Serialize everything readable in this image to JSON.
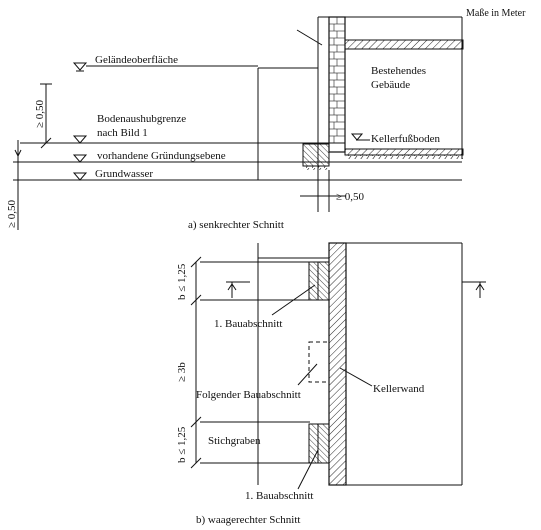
{
  "units_note": "Maße in Meter",
  "top_section": {
    "labels": {
      "gelaende": "Geländeoberfläche",
      "bestehendes_1": "Bestehendes",
      "bestehendes_2": "Gebäude",
      "aushub_1": "Bodenaushubgrenze",
      "aushub_2": "nach Bild 1",
      "kellerfuss": "Kellerfußboden",
      "gruendung": "vorhandene Gründungsebene",
      "grundwasser": "Grundwasser",
      "dim_050_left": "≥ 0,50",
      "dim_050_far": "≥ 0,50",
      "dim_050_bottom": "≥  0,50"
    },
    "caption": "a) senkrechter Schnitt"
  },
  "bottom_section": {
    "labels": {
      "b_top": "b ≤ 1,25",
      "three_b": "≥  3b",
      "b_bottom": "b ≤ 1,25",
      "bau1_top": "1. Bauabschnitt",
      "folgender": "Folgender Bauabschnitt",
      "kellerwand": "Kellerwand",
      "stichgraben": "Stichgraben",
      "bau1_bottom": "1. Bauabschnitt"
    },
    "caption": "b) waagerechter Schnitt"
  }
}
